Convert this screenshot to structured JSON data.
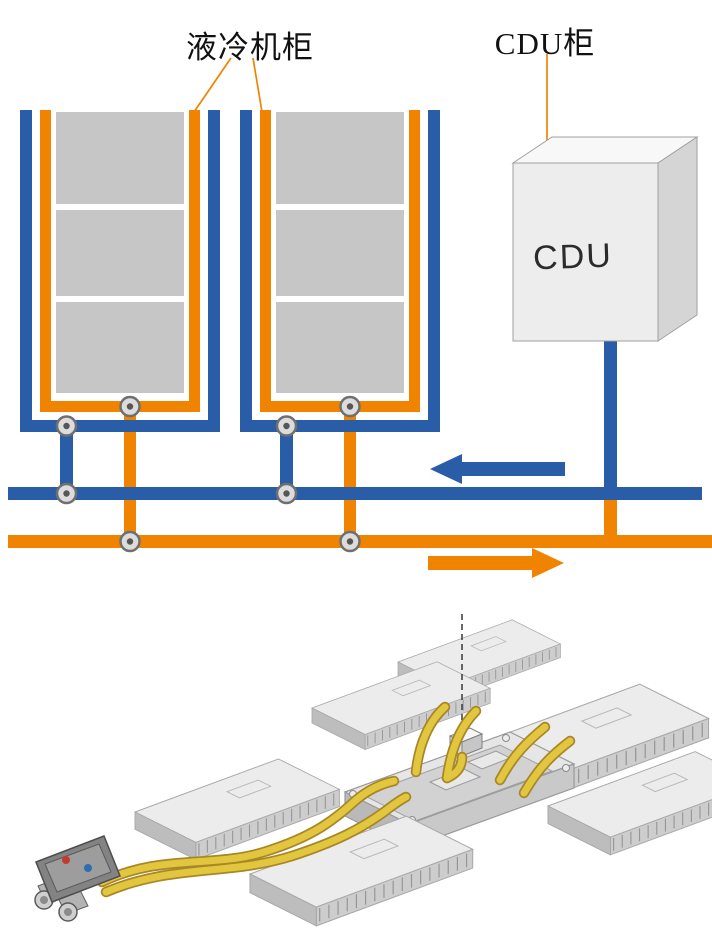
{
  "schematic": {
    "cabinet_label": "液冷机柜",
    "cdu_cabinet_label": "CDU柜",
    "cdu_box_label": "CDU",
    "flow": {
      "blue_arrow_direction": "left",
      "orange_arrow_direction": "right"
    }
  },
  "colors": {
    "pipe-blue": "#2a5da8",
    "pipe-orange": "#f08300",
    "cabinet-gray": "#c6c6c6",
    "cdu-front": "#ededed",
    "cdu-top": "#f8f8f8",
    "cdu-side": "#d5d5d5",
    "hose-yellow": "#e2c63e"
  }
}
